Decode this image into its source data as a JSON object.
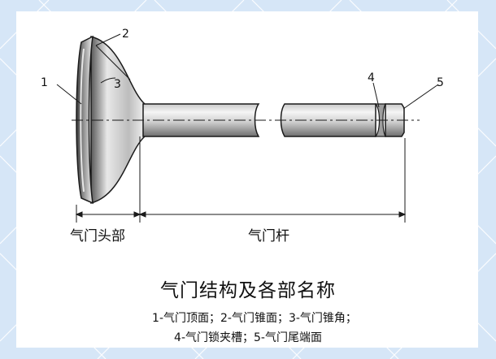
{
  "callouts": [
    "1",
    "2",
    "3",
    "4",
    "5"
  ],
  "dimensions": {
    "head_label": "气门头部",
    "stem_label": "气门杆"
  },
  "title": "气门结构及各部名称",
  "legend": {
    "line1": "1-气门顶面；2-气门锥面；3-气门锥角；",
    "line2": "4-气门锁夹槽；5-气门尾端面"
  },
  "colors": {
    "background": "#d6e6f7",
    "pattern": "#ffffff",
    "card": "#ffffff",
    "metal_light": "#f2f2f2",
    "metal_dark": "#6a6a6a",
    "outline": "#1a1a1a"
  }
}
